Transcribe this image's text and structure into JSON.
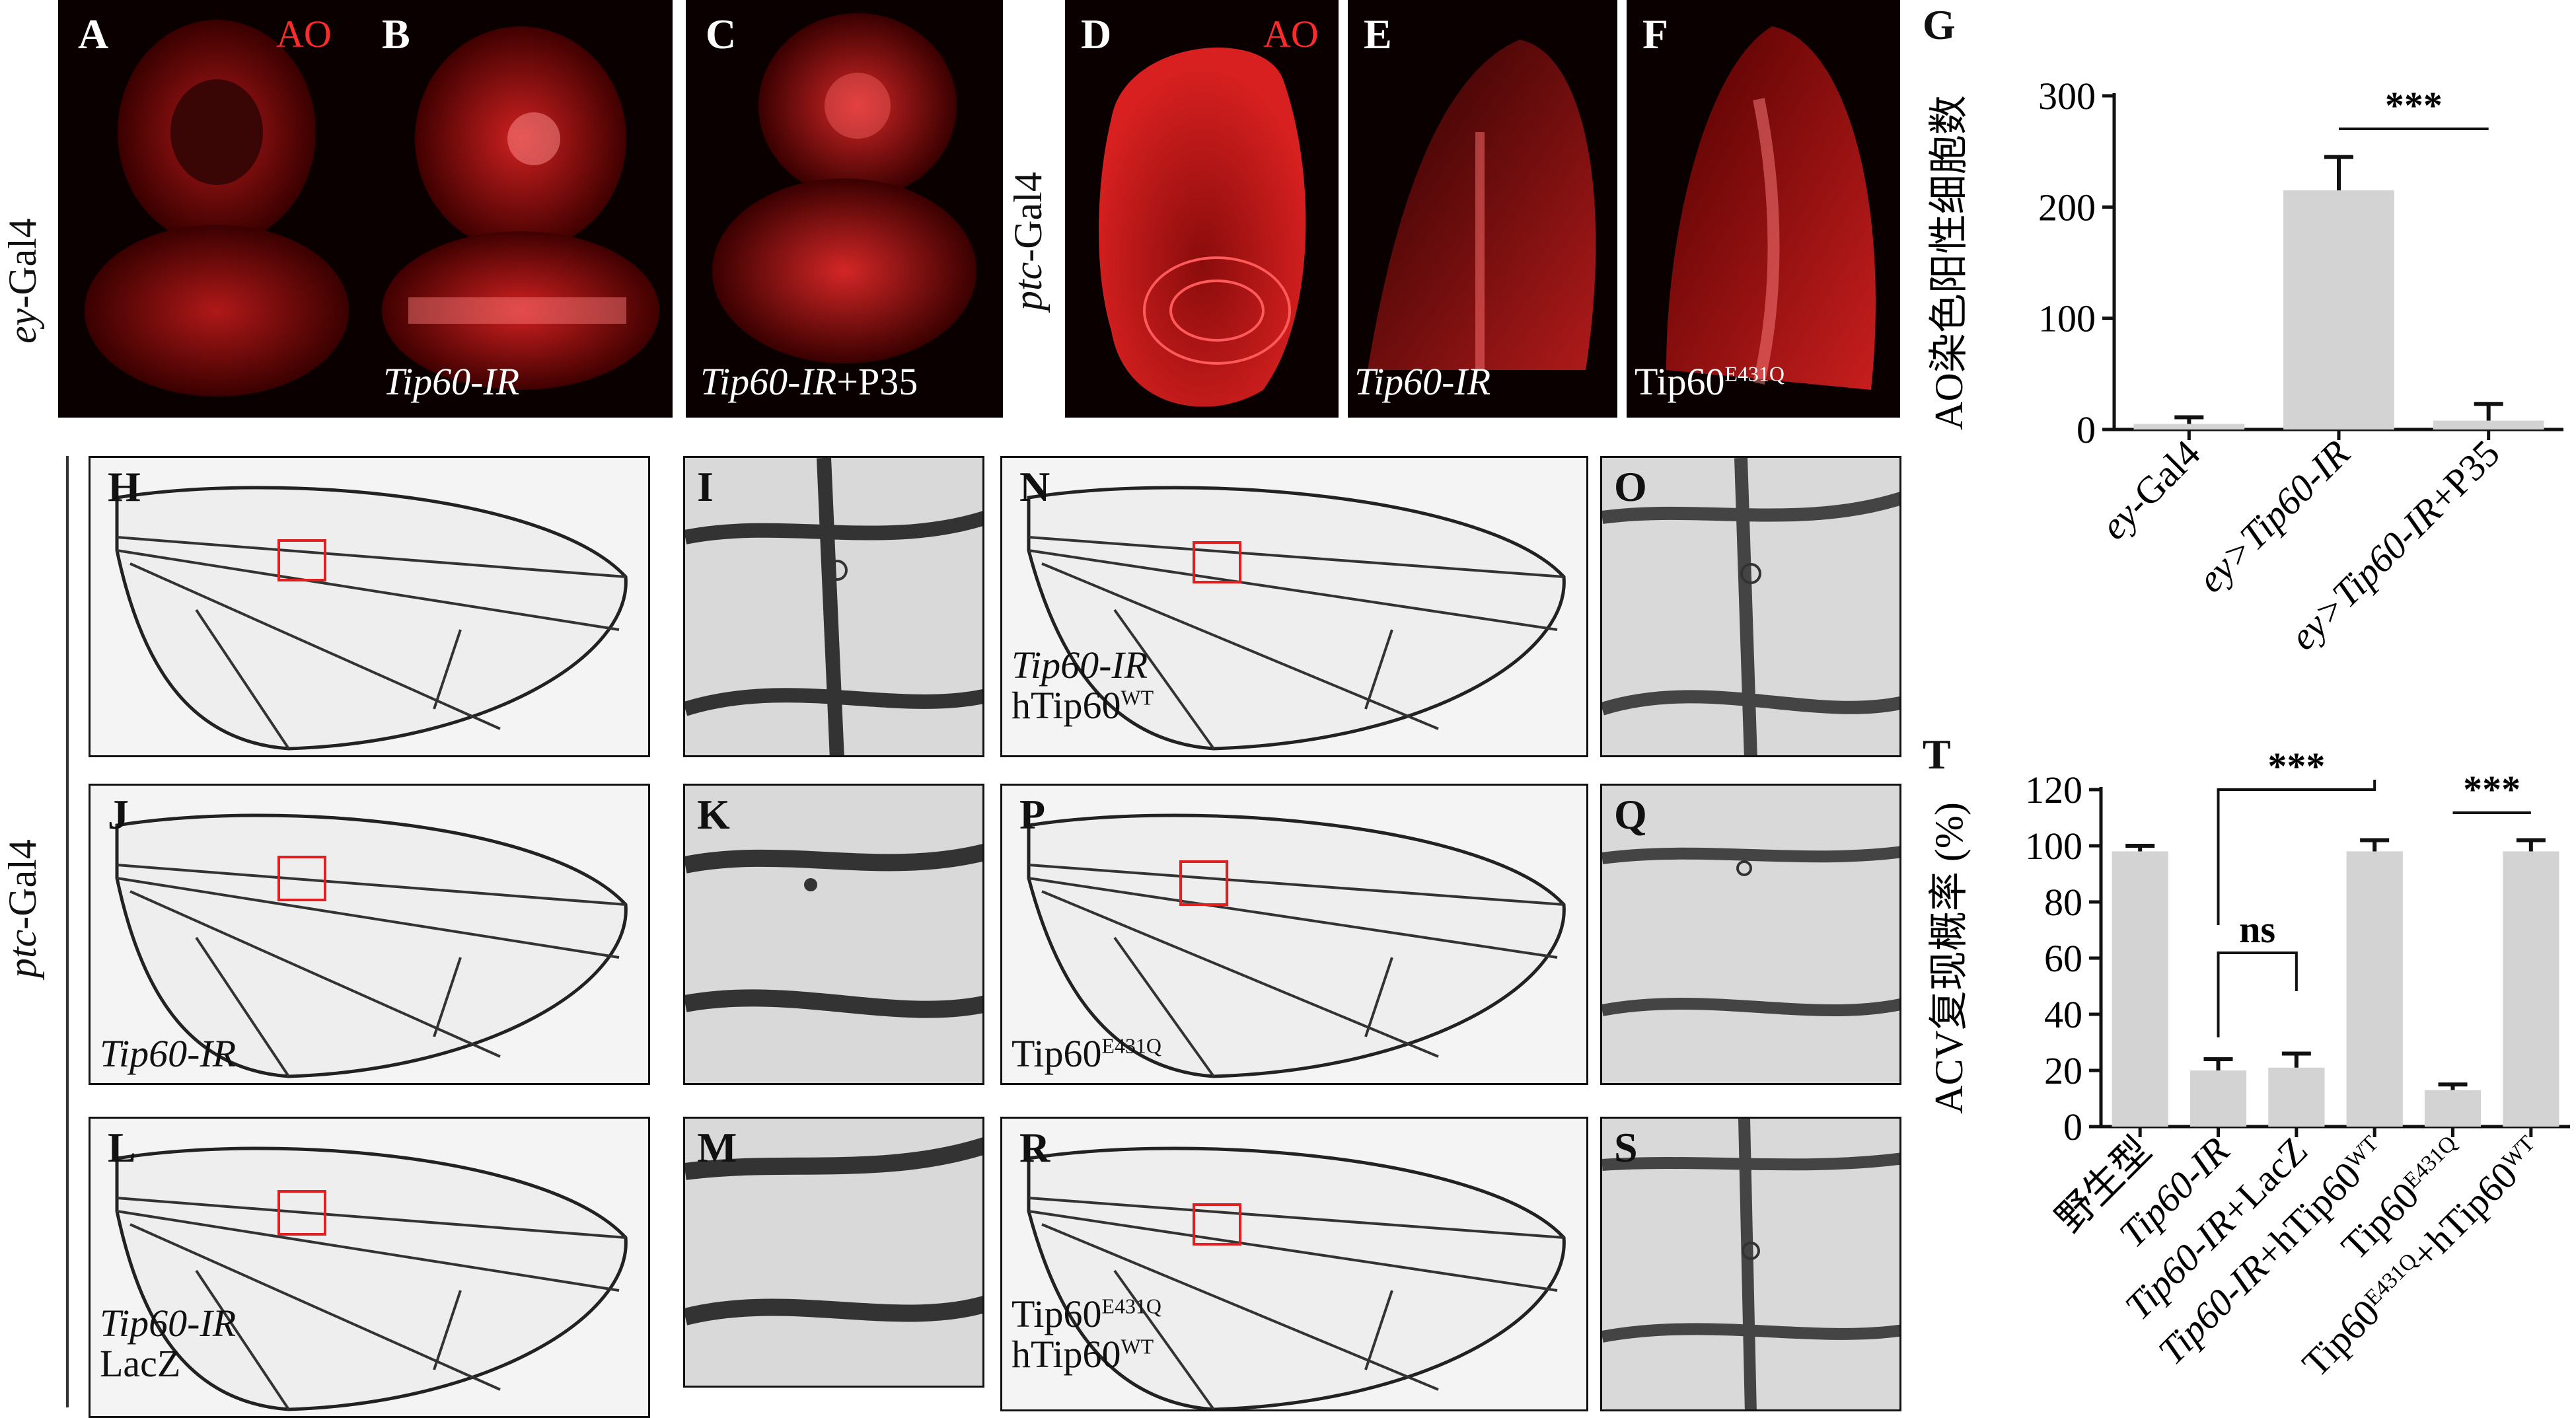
{
  "side_labels": {
    "ey": {
      "italic": "ey",
      "rest": "-Gal4"
    },
    "ptc_top": {
      "italic": "ptc",
      "rest": "-Gal4"
    },
    "ptc_left": {
      "italic": "ptc",
      "rest": "-Gal4"
    }
  },
  "stain_label": "AO",
  "top_panels": [
    {
      "letter": "A",
      "ao": true,
      "caption_italic": "",
      "caption_rest": ""
    },
    {
      "letter": "B",
      "ao": false,
      "caption_italic": "Tip60-IR",
      "caption_rest": ""
    },
    {
      "letter": "C",
      "ao": false,
      "caption_italic": "Tip60-IR",
      "caption_rest": "+P35"
    },
    {
      "letter": "D",
      "ao": true,
      "caption_italic": "",
      "caption_rest": ""
    },
    {
      "letter": "E",
      "ao": false,
      "caption_italic": "Tip60-IR",
      "caption_rest": ""
    },
    {
      "letter": "F",
      "ao": false,
      "caption_italic": "",
      "caption_rest": "Tip60",
      "caption_sup": "E431Q"
    }
  ],
  "wing_panels": {
    "H": {
      "letter": "H",
      "zoom": "I"
    },
    "N": {
      "letter": "N",
      "zoom": "O",
      "line1_italic": "Tip60-IR",
      "line2": "hTip60",
      "line2_sup": "WT"
    },
    "J": {
      "letter": "J",
      "zoom": "K",
      "line1_italic": "Tip60-IR"
    },
    "P": {
      "letter": "P",
      "zoom": "Q",
      "line1": "Tip60",
      "line1_sup": "E431Q"
    },
    "L": {
      "letter": "L",
      "zoom": "M",
      "line1_italic": "Tip60-IR",
      "line2": "LacZ"
    },
    "R": {
      "letter": "R",
      "zoom": "S",
      "line1": "Tip60",
      "line1_sup": "E431Q",
      "line2": "hTip60",
      "line2_sup": "WT"
    }
  },
  "chart_data": [
    {
      "type": "bar",
      "panel": "G",
      "ylabel": "AO染色阳性细胞数",
      "ylim": [
        0,
        300
      ],
      "yticks": [
        0,
        100,
        200,
        300
      ],
      "categories": [
        "ey-Gal4",
        "ey>Tip60-IR",
        "ey>Tip60-IR+P35"
      ],
      "category_parts": [
        {
          "italic": "ey",
          "rest": "-Gal4"
        },
        {
          "italic": "ey>Tip60-IR",
          "rest": ""
        },
        {
          "italic": "ey>Tip60-IR",
          "rest": "+P35"
        }
      ],
      "values": [
        5,
        215,
        8
      ],
      "errors": [
        6,
        30,
        15
      ],
      "significance": [
        {
          "from": 1,
          "to": 2,
          "label": "***"
        }
      ],
      "bar_color": "#d3d3d3"
    },
    {
      "type": "bar",
      "panel": "T",
      "ylabel": "ACV复现概率 (%)",
      "ylim": [
        0,
        120
      ],
      "yticks": [
        0,
        20,
        40,
        60,
        80,
        100,
        120
      ],
      "categories": [
        "野生型",
        "Tip60-IR",
        "Tip60-IR+LacZ",
        "Tip60-IR+hTip60WT",
        "Tip60E431Q",
        "Tip60E431Q+hTip60WT"
      ],
      "category_parts": [
        {
          "text": "野生型"
        },
        {
          "italic": "Tip60-IR",
          "rest": ""
        },
        {
          "italic": "Tip60-IR",
          "rest": "+LacZ"
        },
        {
          "italic": "Tip60-IR",
          "rest": "+hTip60",
          "sup": "WT"
        },
        {
          "rest": "Tip60",
          "sup": "E431Q"
        },
        {
          "rest": "Tip60",
          "sup": "E431Q",
          "rest2": "+hTip60",
          "sup2": "WT"
        }
      ],
      "values": [
        98,
        20,
        21,
        98,
        13,
        98
      ],
      "errors": [
        2,
        4,
        5,
        4,
        2,
        4
      ],
      "significance": [
        {
          "from": 1,
          "to": 3,
          "label": "***"
        },
        {
          "from": 1,
          "to": 2,
          "label": "ns"
        },
        {
          "from": 4,
          "to": 5,
          "label": "***"
        }
      ],
      "bar_color": "#d3d3d3"
    }
  ]
}
